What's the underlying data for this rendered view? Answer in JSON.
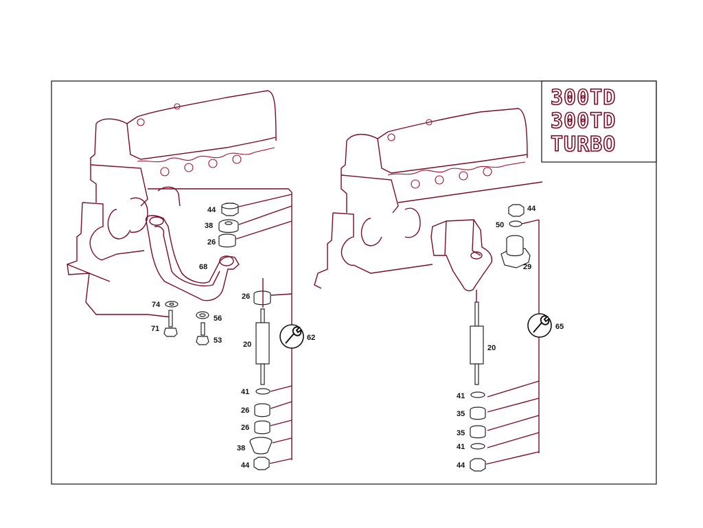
{
  "badges": [
    "300TD",
    "300TD",
    "TURBO"
  ],
  "left_group": {
    "labels": {
      "p44_top": "44",
      "p38_top": "38",
      "p26_top": "26",
      "p68": "68",
      "p26_mid": "26",
      "p74": "74",
      "p56": "56",
      "p71": "71",
      "p53": "53",
      "p20": "20",
      "p62": "62",
      "p41": "41",
      "p26_b1": "26",
      "p26_b2": "26",
      "p38_bot": "38",
      "p44_bot": "44"
    }
  },
  "right_group": {
    "labels": {
      "p44_top": "44",
      "p50": "50",
      "p29": "29",
      "p65": "65",
      "p20": "20",
      "p41_a": "41",
      "p35_a": "35",
      "p35_b": "35",
      "p41_b": "41",
      "p44_bot": "44"
    }
  },
  "colors": {
    "line": "#7a0a24",
    "ink": "#111111"
  }
}
